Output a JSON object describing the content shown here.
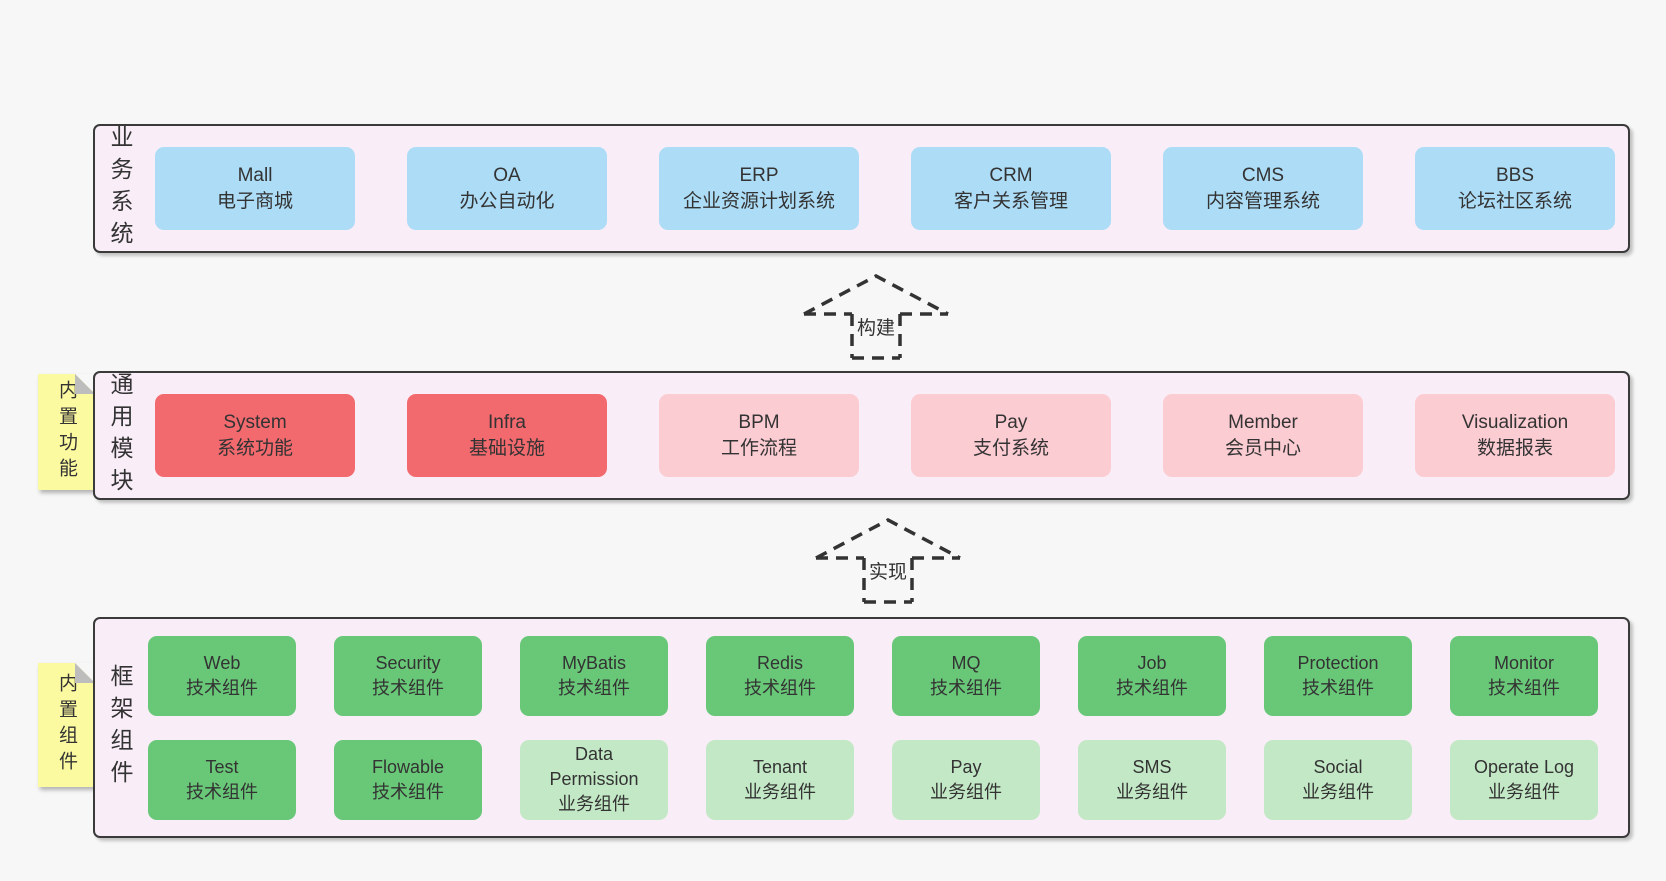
{
  "palette": {
    "page_bg": "#f7f7f7",
    "band_bg": "#f9eef8",
    "band_border": "#3a3a3a",
    "blue": "#addcf6",
    "red": "#f2696e",
    "pink": "#fcccd3",
    "green": "#69c878",
    "green_light": "#c3e8c5",
    "sticky_yellow": "#fcfaa0",
    "sticky_fold": "#bdbdbd",
    "text": "#333333"
  },
  "arrows": [
    {
      "label": "构建"
    },
    {
      "label": "实现"
    }
  ],
  "bands": [
    {
      "label": "业务系统",
      "boxes": [
        {
          "title": "Mall",
          "subtitle": "电子商城",
          "color": "blue"
        },
        {
          "title": "OA",
          "subtitle": "办公自动化",
          "color": "blue"
        },
        {
          "title": "ERP",
          "subtitle": "企业资源计划系统",
          "color": "blue"
        },
        {
          "title": "CRM",
          "subtitle": "客户关系管理",
          "color": "blue"
        },
        {
          "title": "CMS",
          "subtitle": "内容管理系统",
          "color": "blue"
        },
        {
          "title": "BBS",
          "subtitle": "论坛社区系统",
          "color": "blue"
        }
      ]
    },
    {
      "label": "通用模块",
      "sticky": "内置功能",
      "boxes": [
        {
          "title": "System",
          "subtitle": "系统功能",
          "color": "red"
        },
        {
          "title": "Infra",
          "subtitle": "基础设施",
          "color": "red"
        },
        {
          "title": "BPM",
          "subtitle": "工作流程",
          "color": "pink"
        },
        {
          "title": "Pay",
          "subtitle": "支付系统",
          "color": "pink"
        },
        {
          "title": "Member",
          "subtitle": "会员中心",
          "color": "pink"
        },
        {
          "title": "Visualization",
          "subtitle": "数据报表",
          "color": "pink"
        }
      ]
    },
    {
      "label": "框架组件",
      "sticky": "内置组件",
      "rows": [
        [
          {
            "title": "Web",
            "subtitle": "技术组件",
            "color": "green"
          },
          {
            "title": "Security",
            "subtitle": "技术组件",
            "color": "green"
          },
          {
            "title": "MyBatis",
            "subtitle": "技术组件",
            "color": "green"
          },
          {
            "title": "Redis",
            "subtitle": "技术组件",
            "color": "green"
          },
          {
            "title": "MQ",
            "subtitle": "技术组件",
            "color": "green"
          },
          {
            "title": "Job",
            "subtitle": "技术组件",
            "color": "green"
          },
          {
            "title": "Protection",
            "subtitle": "技术组件",
            "color": "green"
          },
          {
            "title": "Monitor",
            "subtitle": "技术组件",
            "color": "green"
          }
        ],
        [
          {
            "title": "Test",
            "subtitle": "技术组件",
            "color": "green"
          },
          {
            "title": "Flowable",
            "subtitle": "技术组件",
            "color": "green"
          },
          {
            "title": "Data Permission",
            "subtitle": "业务组件",
            "color": "green_light"
          },
          {
            "title": "Tenant",
            "subtitle": "业务组件",
            "color": "green_light"
          },
          {
            "title": "Pay",
            "subtitle": "业务组件",
            "color": "green_light"
          },
          {
            "title": "SMS",
            "subtitle": "业务组件",
            "color": "green_light"
          },
          {
            "title": "Social",
            "subtitle": "业务组件",
            "color": "green_light"
          },
          {
            "title": "Operate Log",
            "subtitle": "业务组件",
            "color": "green_light"
          }
        ]
      ]
    }
  ]
}
